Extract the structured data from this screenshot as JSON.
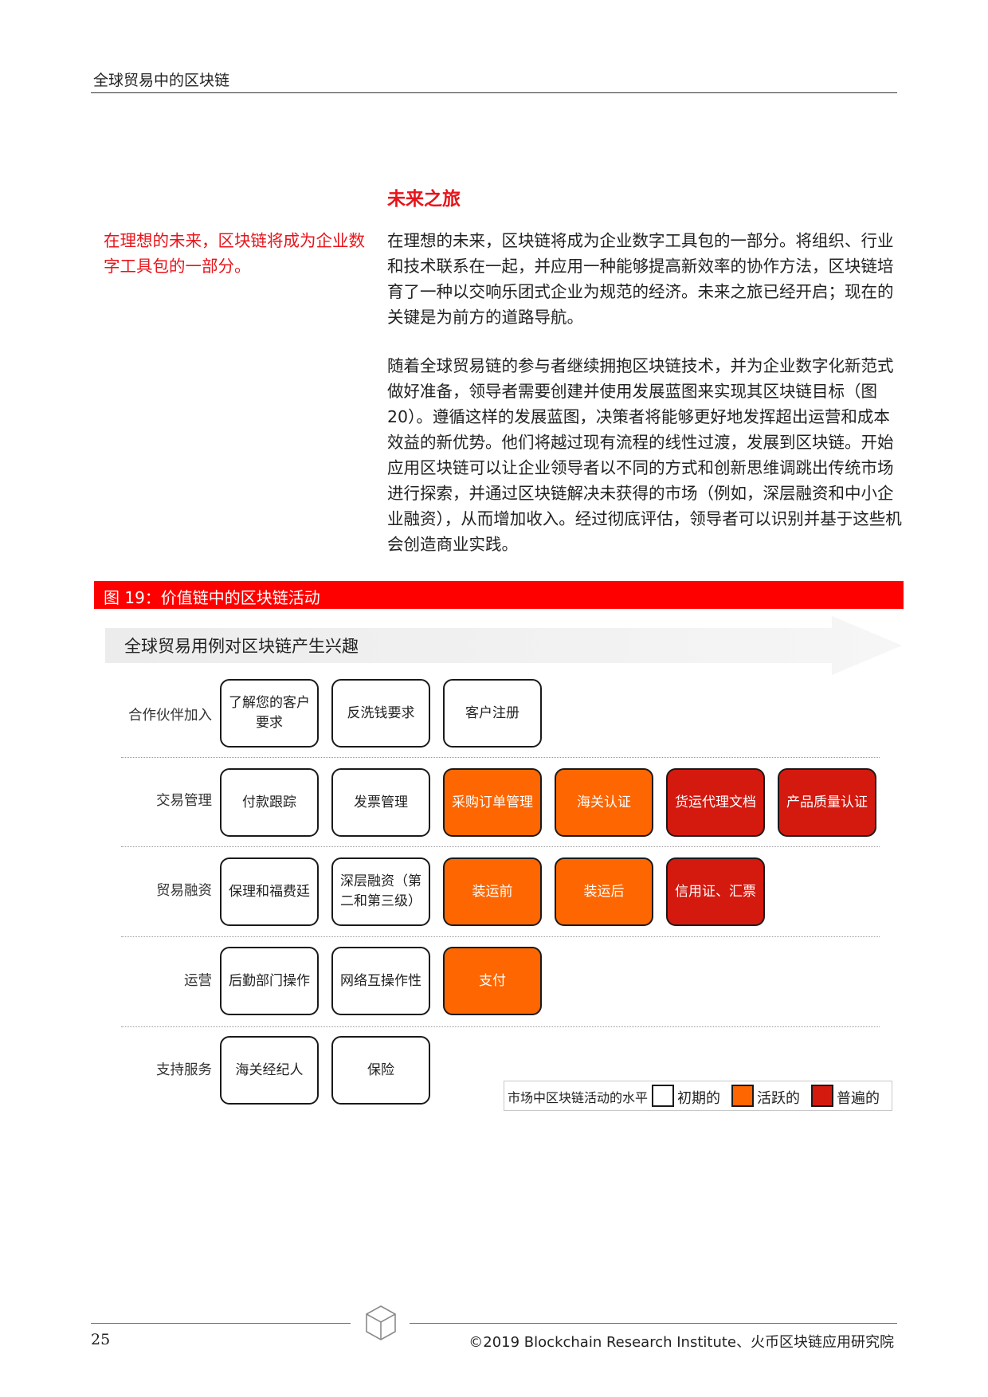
{
  "header": {
    "title": "全球贸易中的区块链"
  },
  "section": {
    "title": "未来之旅",
    "pull_quote": "在理想的未来，区块链将成为企业数字工具包的一部分。",
    "paragraphs": [
      "在理想的未来，区块链将成为企业数字工具包的一部分。将组织、行业和技术联系在一起，并应用一种能够提高新效率的协作方法，区块链培育了一种以交响乐团式企业为规范的经济。未来之旅已经开启；现在的关键是为前方的道路导航。",
      "随着全球贸易链的参与者继续拥抱区块链技术，并为企业数字化新范式做好准备，领导者需要创建并使用发展蓝图来实现其区块链目标（图 20）。遵循这样的发展蓝图，决策者将能够更好地发挥超出运营和成本效益的新优势。他们将越过现有流程的线性过渡，发展到区块链。开始应用区块链可以让企业领导者以不同的方式和创新思维调跳出传统市场进行探索，并通过区块链解决未获得的市场（例如，深层融资和中小企业融资），从而增加收入。经过彻底评估，领导者可以识别并基于这些机会创造商业实践。"
    ]
  },
  "figure": {
    "title": "图 19：价值链中的区块链活动",
    "banner": "全球贸易用例对区块链产生兴趣",
    "rows": [
      {
        "label": "合作伙伴加入",
        "items": [
          {
            "text": "了解您的客户要求",
            "level": "initial"
          },
          {
            "text": "反洗钱要求",
            "level": "initial"
          },
          {
            "text": "客户注册",
            "level": "initial"
          }
        ]
      },
      {
        "label": "交易管理",
        "items": [
          {
            "text": "付款跟踪",
            "level": "initial"
          },
          {
            "text": "发票管理",
            "level": "initial"
          },
          {
            "text": "采购订单管理",
            "level": "active"
          },
          {
            "text": "海关认证",
            "level": "active"
          },
          {
            "text": "货运代理文档",
            "level": "common"
          },
          {
            "text": "产品质量认证",
            "level": "common"
          }
        ]
      },
      {
        "label": "贸易融资",
        "items": [
          {
            "text": "保理和福费廷",
            "level": "initial"
          },
          {
            "text": "深层融资（第二和第三级）",
            "level": "initial"
          },
          {
            "text": "装运前",
            "level": "active"
          },
          {
            "text": "装运后",
            "level": "active"
          },
          {
            "text": "信用证、汇票",
            "level": "common"
          }
        ]
      },
      {
        "label": "运营",
        "items": [
          {
            "text": "后勤部门操作",
            "level": "initial"
          },
          {
            "text": "网络互操作性",
            "level": "initial"
          },
          {
            "text": "支付",
            "level": "active"
          }
        ]
      },
      {
        "label": "支持服务",
        "items": [
          {
            "text": "海关经纪人",
            "level": "initial"
          },
          {
            "text": "保险",
            "level": "initial"
          }
        ]
      }
    ],
    "legend": {
      "title": "市场中区块链活动的水平",
      "items": [
        {
          "label": "初期的",
          "color": "#ffffff"
        },
        {
          "label": "活跃的",
          "color": "#fd6600"
        },
        {
          "label": "普遍的",
          "color": "#d4190f"
        }
      ]
    }
  },
  "footer": {
    "page_number": "25",
    "copyright": "©2019 Blockchain Research Institute、火币区块链应用研究院"
  }
}
